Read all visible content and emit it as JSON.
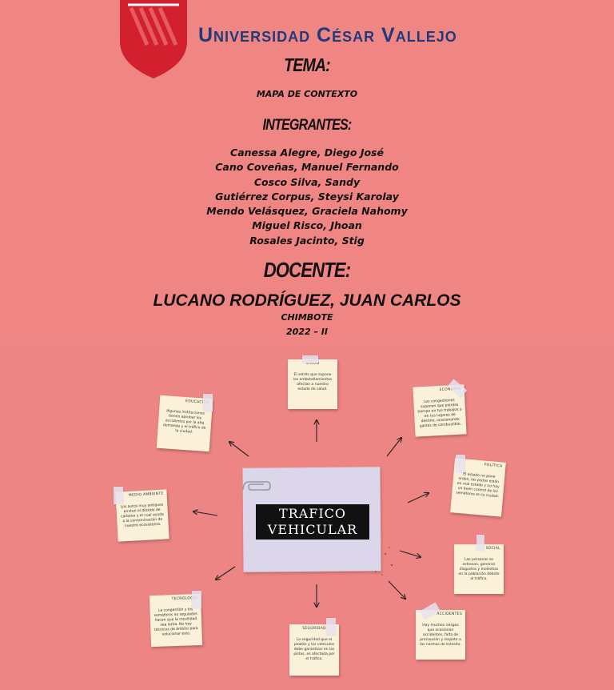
{
  "header": {
    "university_name": "Universidad César Vallejo",
    "tema_label": "TEMA:",
    "tema_value": "MAPA DE CONTEXTO",
    "integrantes_label": "INTEGRANTES:",
    "members": [
      "Canessa Alegre, Diego José",
      "Cano Coveñas, Manuel Fernando",
      "Cosco Silva, Sandy",
      "Gutiérrez Corpus, Steysi Karolay",
      "Mendo Velásquez, Graciela Nahomy",
      "Miguel Risco, Jhoan",
      "Rosales Jacinto, Stig"
    ],
    "docente_label": "DOCENTE:",
    "docente_name": "LUCANO RODRÍGUEZ, JUAN CARLOS",
    "city": "CHIMBOTE",
    "period": "2022 – II"
  },
  "map": {
    "central_title_line1": "TRAFICO",
    "central_title_line2": "VEHICULAR",
    "notes": {
      "salud": {
        "title": "SALUD",
        "text": "El estrés que supone los embotellamientos afectan a nuestro estado de salud."
      },
      "economia": {
        "title": "ECONOMÍA",
        "text": "Los congestiones suponen que pierdas tiempo en tus trabajos o en tus lugares de destino, ocasionando gastos de combustible."
      },
      "educacion": {
        "title": "EDUCACIÓN",
        "text": "Algunas instituciones tienen aprobar los accidentes por la alta demanda y el tráfico de la ciudad."
      },
      "politica": {
        "title": "POLÍTICA",
        "text": "El estado no pone orden, las pistas están en mal estado y no hay un buen control de los semáforos en la ciudad."
      },
      "medio_ambiente": {
        "title": "MEDIO AMBIENTE",
        "text": "Los autos muy antiguos emiten el dióxido de carbono y el cual ayuda a la contaminación de nuestro ecosistema."
      },
      "social": {
        "title": "SOCIAL",
        "text": "Las personas se estresan, generan disgustos y molestias en la población debido al tráfico."
      },
      "tecnologia": {
        "title": "TECNOLOGÍA",
        "text": "La congestión y los semáforos no regulados hacen que la movilidad sea lenta. No hay técnicos de ámbito para solucionar esto."
      },
      "seguridad": {
        "title": "SEGURIDAD",
        "text": "La seguridad que el peatón y los vehículos debe garantizar en las pistas, es afectada por el tráfico."
      },
      "accidentes": {
        "title": "ACCIDENTES",
        "text": "Hay muchos riesgos que ocasionan accidentes, falta de precaución y respeto a las normas de tránsito."
      }
    }
  },
  "colors": {
    "background": "#f08684",
    "university_blue": "#1f3b7a",
    "logo_red": "#d3202e",
    "note": "#fbf1d8",
    "central_card": "#dcd6ea"
  }
}
